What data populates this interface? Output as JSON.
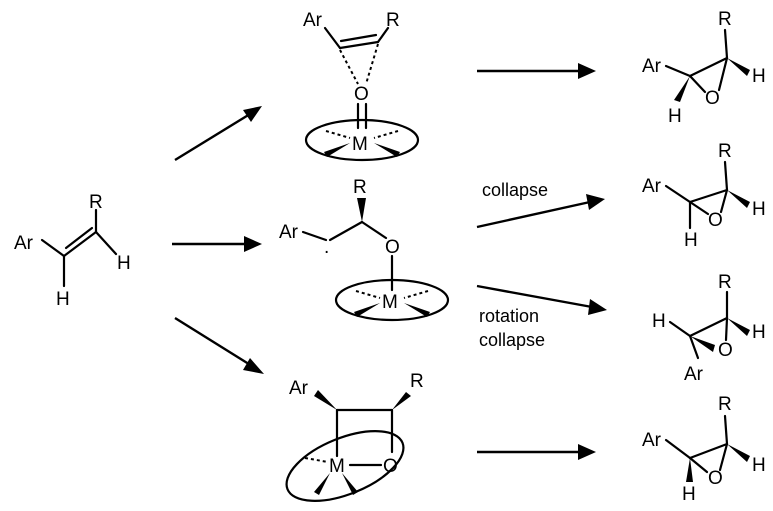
{
  "atoms": {
    "ar": "Ar",
    "r": "R",
    "h": "H",
    "o": "O",
    "m": "M",
    "dot": "."
  },
  "labels": {
    "collapse": "collapse",
    "rotation": "rotation",
    "collapse2": "collapse"
  }
}
